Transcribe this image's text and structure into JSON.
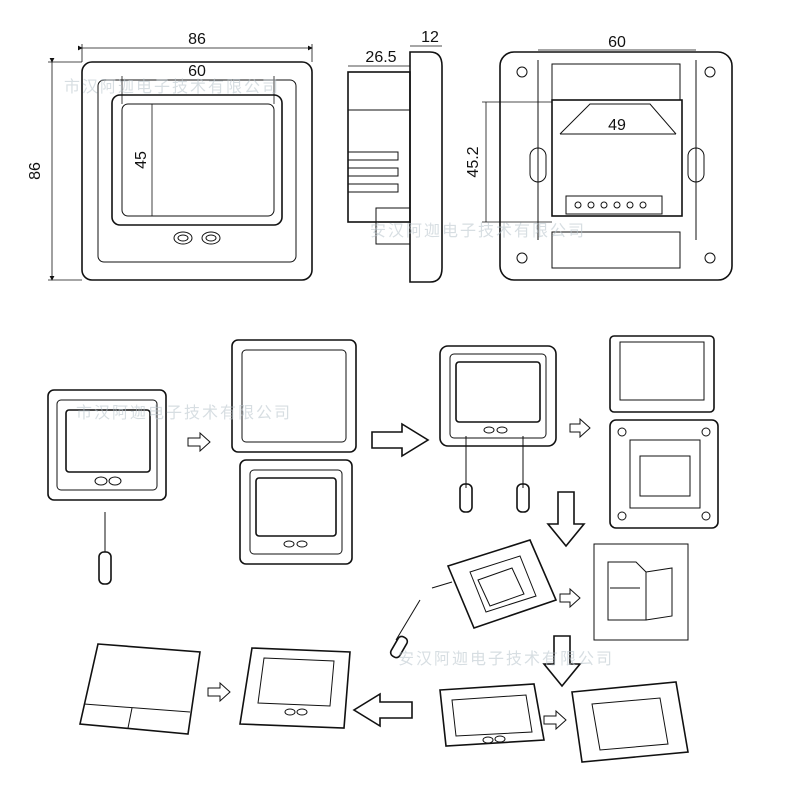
{
  "dimensions": {
    "front_width": "86",
    "front_height": "86",
    "screen_width": "60",
    "screen_height": "45",
    "side_depth": "26.5",
    "side_thickness": "12",
    "back_width": "60",
    "back_inner_width": "49",
    "back_height": "45.2"
  },
  "watermarks": {
    "top_front": "市汉阿迦电子技术有限公司",
    "top_back": "安汉阿迦电子技术有限公司",
    "mid": "市汉阿迦电子技术有限公司",
    "bottom": "安汉阿迦电子技术有限公司"
  },
  "colors": {
    "line": "#111111",
    "watermark": "#b8c4cc",
    "background": "#ffffff"
  }
}
